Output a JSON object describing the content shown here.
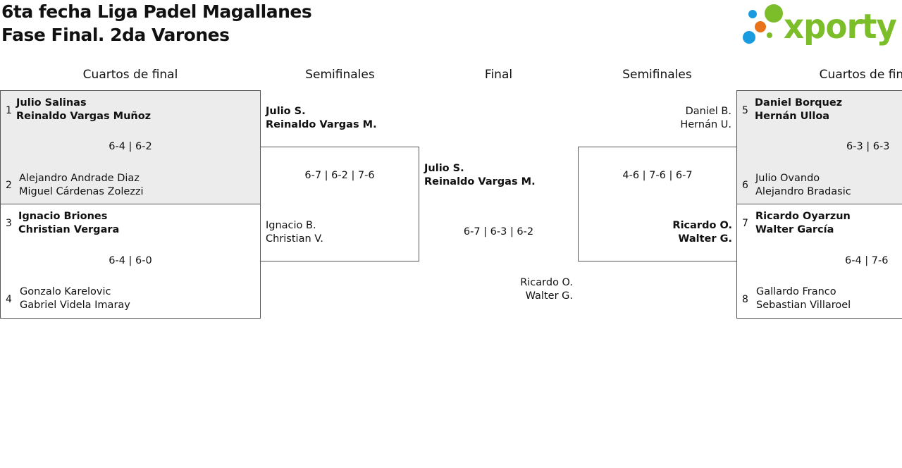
{
  "header": {
    "title_line1": "6ta fecha Liga Padel Magallanes",
    "title_line2": "Fase Final. 2da Varones",
    "logo_text": "xporty",
    "logo_colors": {
      "green": "#7cbd2a",
      "orange": "#e8731a",
      "blue": "#1a9be0"
    }
  },
  "rounds": {
    "left_quarters": "Cuartos de final",
    "left_semis": "Semifinales",
    "final": "Final",
    "right_semis": "Semifinales",
    "right_quarters": "Cuartos de final"
  },
  "left_quarters": [
    {
      "seed_a": "1",
      "team_a": [
        "Julio Salinas",
        "Reinaldo Vargas Muñoz"
      ],
      "score": "6-4 | 6-2",
      "seed_b": "2",
      "team_b": [
        "Alejandro Andrade Diaz",
        "Miguel Cárdenas Zolezzi"
      ]
    },
    {
      "seed_a": "3",
      "team_a": [
        "Ignacio Briones",
        "Christian Vergara"
      ],
      "score": "6-4 | 6-0",
      "seed_b": "4",
      "team_b": [
        "Gonzalo Karelovic",
        "Gabriel Videla Imaray"
      ]
    }
  ],
  "left_semi": {
    "team_a": [
      "Julio S.",
      "Reinaldo Vargas M."
    ],
    "score": "6-7 | 6-2 | 7-6",
    "team_b": [
      "Ignacio B.",
      "Christian V."
    ]
  },
  "final": {
    "team_a": [
      "Julio S.",
      "Reinaldo Vargas M."
    ],
    "score": "6-7 | 6-3 | 6-2",
    "team_b": [
      "Ricardo O.",
      "Walter G."
    ]
  },
  "right_semi": {
    "team_a": [
      "Daniel B.",
      "Hernán U."
    ],
    "score": "4-6 | 7-6 | 6-7",
    "team_b": [
      "Ricardo O.",
      "Walter G."
    ]
  },
  "right_quarters": [
    {
      "seed_a": "5",
      "team_a": [
        "Daniel Borquez",
        "Hernán Ulloa"
      ],
      "score": "6-3 | 6-3",
      "seed_b": "6",
      "team_b": [
        "Julio Ovando",
        "Alejandro Bradasic"
      ]
    },
    {
      "seed_a": "7",
      "team_a": [
        "Ricardo Oyarzun",
        "Walter García"
      ],
      "score": "6-4 | 7-6",
      "seed_b": "8",
      "team_b": [
        "Gallardo Franco",
        "Sebastian Villaroel"
      ]
    }
  ]
}
